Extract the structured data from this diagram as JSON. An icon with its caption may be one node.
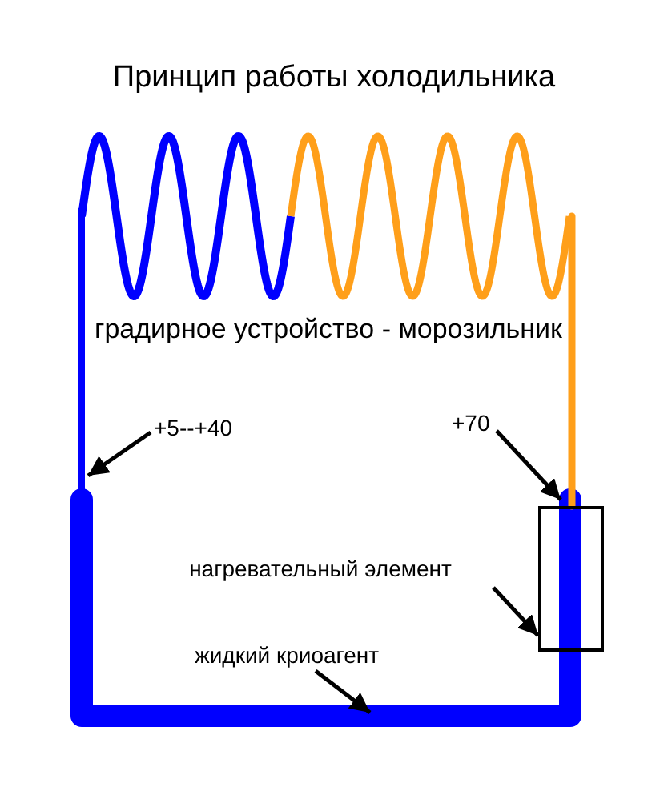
{
  "diagram": {
    "title": "Принцип работы холодильника",
    "nodes": [
      {
        "text": [
          "+5--+40"
        ]
      },
      {
        "text": [
          "+70"
        ]
      },
      {
        "text": [
          "нагревательный элемент"
        ]
      },
      {
        "text": [
          "жидкий криоагент"
        ]
      },
      {
        "text": [],
        "shape": "box"
      }
    ],
    "edges": [
      {
        "from": 0,
        "to": null,
        "arrow": "to"
      },
      {
        "from": 1,
        "to": 4,
        "arrow": "to"
      },
      {
        "from": 2,
        "to": 4,
        "arrow": "to"
      },
      {
        "from": 3,
        "to": null,
        "arrow": "to"
      }
    ],
    "labels": [
      "градирное устройство - морозильник"
    ]
  }
}
